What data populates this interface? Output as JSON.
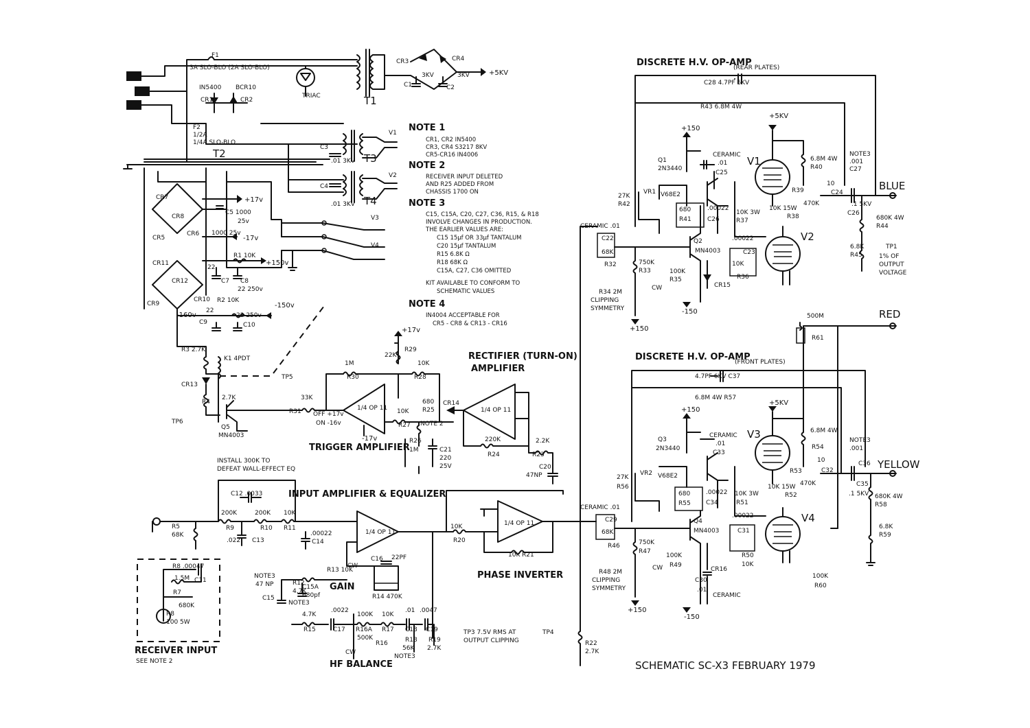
{
  "titles": {
    "schematic": "SCHEMATIC  SC-X3  FEBRUARY  1979",
    "rear_amp": "DISCRETE H.V. OP-AMP",
    "rear_amp_sub": "(REAR PLATES)",
    "front_amp": "DISCRETE H.V. OP-AMP",
    "front_amp_sub": "(FRONT PLATES)",
    "trigger": "TRIGGER AMPLIFIER",
    "rectifier_1": "RECTIFIER (TURN-ON)",
    "rectifier_2": "AMPLIFIER",
    "input_amp": "INPUT AMPLIFIER & EQUALIZER",
    "phase_inv": "PHASE INVERTER",
    "gain": "GAIN",
    "hf_balance": "HF BALANCE",
    "receiver_1": "RECEIVER INPUT",
    "receiver_2": "SEE NOTE 2",
    "install_1": "INSTALL 300K TO",
    "install_2": "DEFEAT WALL-EFFECT EQ"
  },
  "outputs": {
    "blue": "BLUE",
    "red": "RED",
    "yellow": "YELLOW"
  },
  "notes": {
    "n1_title": "NOTE 1",
    "n1_l1": "CR1, CR2        IN5400",
    "n1_l2": "CR3, CR4        S3217   8KV",
    "n1_l3": "CR5-CR16       IN4006",
    "n2_title": "NOTE 2",
    "n2_l1": "RECEIVER INPUT DELETED",
    "n2_l2": "AND R25 ADDED FROM",
    "n2_l3": "CHASSIS 1700 ON",
    "n3_title": "NOTE 3",
    "n3_l1": "C15, C15A, C20, C27, C36, R15, & R18",
    "n3_l2": "INVOLVE CHANGES IN PRODUCTION.",
    "n3_l3": "THE EARLIER VALUES ARE:",
    "n3_l4": "C15   15µf  OR 33µf  TANTALUM",
    "n3_l5": "C20   15µf  TANTALUM",
    "n3_l6": "R15   6.8K Ω",
    "n3_l7": "R18   68K Ω",
    "n3_l8": "C15A, C27, C36  OMITTED",
    "n3_l9": "KIT AVAILABLE TO CONFORM TO",
    "n3_l10": "SCHEMATIC VALUES",
    "n4_title": "NOTE 4",
    "n4_l1": "IN4004 ACCEPTABLE FOR",
    "n4_l2": "CR5 - CR8  &  CR13 - CR16"
  },
  "labels": {
    "f1": "F1",
    "f1v": "3A SLO-BLO  (2A SLO-BLO)",
    "f2": "F2",
    "f2v1": "1/2A",
    "f2v2": "1/4A  SLO-BLO",
    "cr1": "CR1",
    "cr2": "CR2",
    "in5400": "IN5400",
    "bcr10": "BCR10",
    "triac": "TRIAC",
    "t1": "T1",
    "t2": "T2",
    "t3": "T3",
    "t4": "T4",
    "cr3": "CR3",
    "cr4": "CR4",
    "c1": "C1",
    "c2": "C2",
    "c1v": "3KV",
    "c2v": "3KV",
    "p5kv": "+5KV",
    "c3": "C3",
    "c4": "C4",
    "c3v": ".01 3KV",
    "c4v": ".01 3KV",
    "v1t": "V1",
    "v2t": "V2",
    "v3t": "V3",
    "v4t": "V4",
    "cr7": "CR7",
    "cr8": "CR8",
    "cr5": "CR5",
    "cr6": "CR6",
    "cr11": "CR11",
    "cr12": "CR12",
    "cr9": "CR9",
    "cr10": "CR10",
    "p17": "+17v",
    "m17": "-17v",
    "p150": "+150v",
    "m150": "-150v",
    "m160": "-160v",
    "c5": "C5 1000",
    "c5v": "25v",
    "c6": "1000 25v",
    "r1": "R1 10K",
    "r2": "R2 10K",
    "c7": "C7",
    "c8": "C8",
    "c9": "C9",
    "c10": "C10",
    "v22a": "22",
    "v22b": "22",
    "v22c": "22 250v",
    "v22d": "22 250v",
    "r3": "R3 2.7K",
    "k1": "K1 4PDT",
    "cr13": "CR13",
    "r4": "R4",
    "r4v": "2.7K",
    "tp6": "TP6",
    "q5": "Q5",
    "q5v": "MN4003",
    "tp5": "TP5",
    "r30": "R30",
    "r30v": "1M",
    "r29": "R29",
    "r29v": "22K",
    "r28": "R28",
    "r28v": "10K",
    "r31": "R31",
    "r31v": "33K",
    "off": "OFF +17v",
    "on": "ON -16v",
    "op1": "1/4 OP 11",
    "op2": "1/4 OP 11",
    "op3": "1/4 OP 11",
    "op4": "1/4 OP 11",
    "r27": "R27",
    "r27v": "10K",
    "r25": "R25",
    "r25v": "680",
    "note2": "NOTE 2",
    "cr14": "CR14",
    "r26": "R26",
    "r26v": "1M",
    "c21": "C21",
    "c21v": "220",
    "c21w": "25V",
    "r24": "R24",
    "r24v": "220K",
    "r23": "R23",
    "r23v": "2.2K",
    "c20": "C20",
    "c20v": "47NP",
    "p17b": "+17v",
    "m17b": "-17v",
    "c12": "C12  .0033",
    "r9": "R9",
    "r9v": "200K",
    "r10": "R10",
    "r10v": "200K",
    "r11": "R11",
    "r11v": "10K",
    "c13": "C13",
    "c13v": ".022",
    "c14": "C14",
    "c14v": ".00022",
    "r5": "R5",
    "r5v": "68K",
    "r8a": "R8 .00047",
    "r8b": "1.5M",
    "c11": "C11",
    "r7": "R7",
    "r7v": "680K",
    "r8c": "R8",
    "r8d": "100 5W",
    "note3a": "NOTE3",
    "c15": "C15",
    "c15v": "47 NP",
    "r12": "R12",
    "r12v": "4.7K",
    "c15a": "C15A",
    "c15av": "680pf",
    "note3b": "NOTE3",
    "r13": "R13 10K",
    "cw1": "CW",
    "c16": "C16",
    "c16v": "22PF",
    "r14": "R14  470K",
    "r15": "R15",
    "r15v": "4.7K",
    "c17": "C17",
    "c17v": ".0022",
    "r16a": "R16A",
    "r16v": "100K",
    "r16b": "500K",
    "r16": "R16",
    "r17": "R17",
    "r17v": "10K",
    "c18": "C18",
    "c18v": ".01",
    "c19": "C19",
    "c19v": ".0047",
    "r18": "R18",
    "r18v": "56K",
    "note3c": "NOTE3",
    "r19": "R19",
    "r19v": "2.7K",
    "cw2": "CW",
    "tp3": "TP3  7.5V RMS AT",
    "tp3b": "OUTPUT CLIPPING",
    "tp4": "TP4",
    "r20": "R20",
    "r20v": "10K",
    "r21": "R21",
    "r21v": "10K",
    "r22": "R22",
    "r22v": "2.7K",
    "c22": "C22",
    "ceramic1": "CERAMIC  .01",
    "r32": "R32",
    "r32v": "68K",
    "r33": "R33",
    "r33v": "750K",
    "r34": "R34  2M",
    "clip1": "CLIPPING",
    "sym1": "SYMMETRY",
    "cw3": "CW",
    "p150a": "+150",
    "q1": "Q1",
    "q1v": "2N3440",
    "vr1": "VR1",
    "v68a": "V68E2",
    "r42": "R42",
    "r42v": "27K",
    "p150b": "+150",
    "ceramic2": "CERAMIC",
    "c25": "C25",
    "c25v": ".01",
    "r41": "R41",
    "r41v": "680",
    "c26": "C26",
    "c26v": ".00022",
    "r37": "R37",
    "r37v": "10K 3W",
    "q2": "Q2",
    "q2v": "MN4003",
    "r35": "R35",
    "r35v": "100K",
    "cr15": "CR15",
    "m150a": "-150",
    "c23": "C23",
    "c23v": ".00022",
    "r36": "R36",
    "r36v": "10K",
    "r38": "R38",
    "r38v": "10K 15W",
    "p5kva": "+5KV",
    "r40": "R40",
    "r40v": "6.8M 4W",
    "r39": "R39",
    "r39v": "470K",
    "c24": "C24",
    "c24v": "10",
    "notes3a": "NOTE3",
    "c27": "C27",
    "c27v": ".001",
    "c26b": "C26",
    "c26bv": ".1 5KV",
    "r44": "R44",
    "r44v": "680K 4W",
    "r45": "R45",
    "r45v": "6.8K",
    "tp1": "TP1",
    "tp1a": "1% OF",
    "tp1b": "OUTPUT",
    "tp1c": "VOLTAGE",
    "c28": "C28  4.7PF  6KV",
    "r43": "R43  6.8M  4W",
    "r61": "R61",
    "r61v": "500M",
    "c37": "4.7PF  6KV  C37",
    "r57": "6.8M   4W   R57",
    "q3": "Q3",
    "q3v": "2N3440",
    "p150c": "+150",
    "ceramic3": "CERAMIC",
    "c33": "C33",
    "c33v": ".01",
    "vr2": "VR2",
    "v68b": "V68E2",
    "r56": "R56",
    "r56v": "27K",
    "r55": "R55",
    "r55v": "680",
    "c34": "C34",
    "c34v": ".00022",
    "r51": "R51",
    "r51v": "10K 3W",
    "ceramic4": "CERAMIC .01",
    "c29": "C29",
    "r46": "R46",
    "r46v": "68K",
    "r47": "R47",
    "r47v": "750K",
    "r48": "R48  2M",
    "clip2": "CLIPPING",
    "sym2": "SYMMETRY",
    "cw4": "CW",
    "p150d": "+150",
    "q4": "Q4",
    "q4v": "MN4003",
    "r49": "R49",
    "r49v": "100K",
    "cr16": "CR16",
    "c30": "C30",
    "c30v": ".01",
    "ceramic5": "CERAMIC",
    "m150b": "-150",
    "c31": "C31",
    "c31v": ".00022",
    "r50": "R50",
    "r50v": "10K",
    "p5kvb": "+5KV",
    "r54": "R54",
    "r54v": "6.8M 4W",
    "r53": "R53",
    "r53v": "470K",
    "c32": "C32",
    "c32v": "10",
    "r52": "R52",
    "r52v": "10K 15W",
    "notes3b": "NOTE3",
    "c36": "C36",
    "c36v": ".001",
    "c35": "C35",
    "c35v": ".1 5KV",
    "r58": "R58",
    "r58v": "680K 4W",
    "r59": "R59",
    "r59v": "6.8K",
    "r60": "R60",
    "r60v": "100K"
  }
}
